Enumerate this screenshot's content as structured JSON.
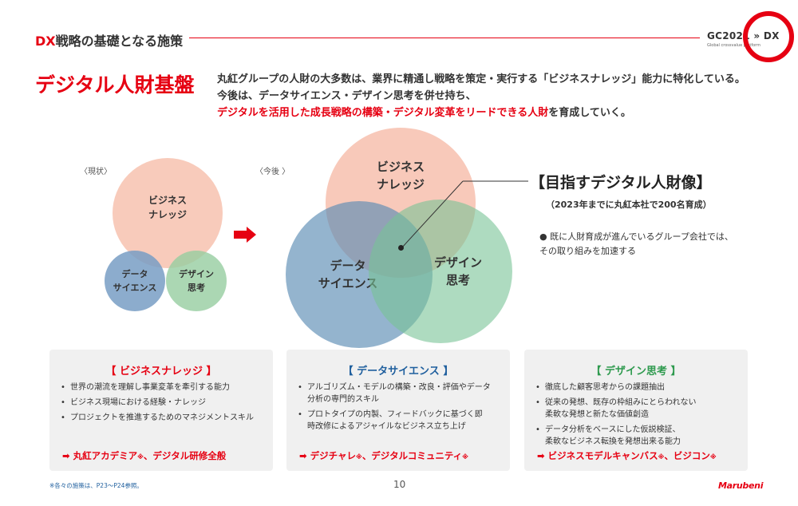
{
  "header": {
    "section_title_prefix": "DX",
    "section_title_rest": "戦略の基礎となる施策",
    "gc_label": "GC2021 » DX",
    "gc_sub": "Global crossvalue platform"
  },
  "page_heading": "デジタル人財基盤",
  "intro": {
    "line1": "丸紅グループの人財の大多数は、業界に精通し戦略を策定・実行する「ビジネスナレッジ」能力に特化している。",
    "line2": "今後は、データサイエンス・デザイン思考を併せ持ち、",
    "line3_red": "デジタルを活用した成長戦略の構築・デジタル変革をリードできる人財",
    "line3_rest": "を育成していく。"
  },
  "diagram": {
    "label_now": "〈現状〉",
    "label_future": "〈今後 〉",
    "now": {
      "business": "ビジネス\nナレッジ",
      "data": "データ\nサイエンス",
      "design": "デザイン\n思考"
    },
    "future": {
      "business": "ビジネス\nナレッジ",
      "data": "データ\nサイエンス",
      "design": "デザイン\n思考"
    }
  },
  "target": {
    "heading": "【目指すデジタル人財像】",
    "sub": "（2023年までに丸紅本社で200名育成）",
    "bullet": "● 既に人財育成が進んでいるグループ会社では、\n    その取り組みを加速する"
  },
  "cards": [
    {
      "title": "【 ビジネスナレッジ 】",
      "items": [
        "世界の潮流を理解し事業変革を牽引する能力",
        "ビジネス現場における経験・ナレッジ",
        "プロジェクトを推進するためのマネジメントスキル"
      ],
      "footer": "➡ 丸紅アカデミア",
      "footer_mark": "※",
      "footer_rest": "、デジタル研修全般"
    },
    {
      "title": "【 データサイエンス 】",
      "items": [
        "アルゴリズム・モデルの構築・改良・評価やデータ\n分析の専門的スキル",
        "プロトタイプの内製、フィードバックに基づく即\n時改修によるアジャイルなビジネス立ち上げ"
      ],
      "footer": "➡ デジチャレ",
      "footer_mark": "※",
      "footer_rest": "、デジタルコミュニティ",
      "footer_mark2": "※"
    },
    {
      "title": "【 デザイン思考 】",
      "items": [
        "徹底した顧客思考からの課題抽出",
        "従来の発想、既存の枠組みにとらわれない\n柔軟な発想と新たな価値創造",
        "データ分析をベースにした仮説検証、\n柔軟なビジネス転換を発想出来る能力"
      ],
      "footer": "➡ ビジネスモデルキャンバス",
      "footer_mark": "※",
      "footer_rest": "、ビジコン",
      "footer_mark2": "※"
    }
  ],
  "footnote": "※各々の施策は、P23～P24参照。",
  "page_number": "10",
  "brand": "Marubeni",
  "colors": {
    "accent_red": "#e60012",
    "data_blue": "#1f5f9e",
    "design_green": "#2e9a4e"
  }
}
